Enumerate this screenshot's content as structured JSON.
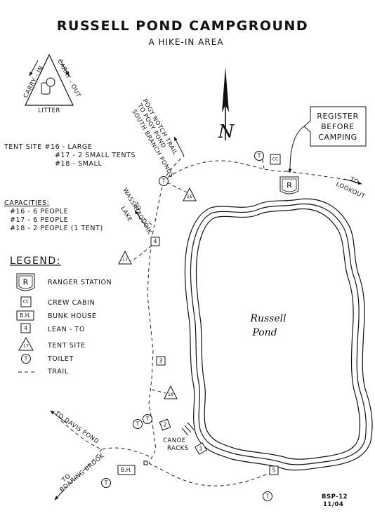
{
  "title": "RUSSELL POND CAMPGROUND",
  "subtitle": "A HIKE-IN AREA",
  "carry": {
    "left": "CARRY - IN",
    "right": "CARRY - OUT",
    "bottom": "LITTER"
  },
  "north_label": "N",
  "register": [
    "REGISTER",
    "BEFORE",
    "CAMPING"
  ],
  "tent_sites": [
    "TENT SITE #16 - LARGE",
    "#17 - 2 SMALL TENTS",
    "#18 - SMALL"
  ],
  "capacities": {
    "heading": "CAPACITIES:",
    "lines": [
      "#16 - 6 PEOPLE",
      "#17 - 6 PEOPLE",
      "#18 - 2 PEOPLE (1 TENT)"
    ]
  },
  "legend": {
    "heading": "LEGEND:",
    "items": [
      {
        "symbol": "R",
        "label": "RANGER STATION"
      },
      {
        "symbol": "CC",
        "label": "CREW CABIN"
      },
      {
        "symbol": "B.H.",
        "label": "BUNK HOUSE"
      },
      {
        "symbol": "4",
        "label": "LEAN - TO"
      },
      {
        "symbol": "17",
        "label": "TENT SITE"
      },
      {
        "symbol": "T",
        "label": "TOILET"
      },
      {
        "symbol": "",
        "label": "TRAIL"
      }
    ]
  },
  "pond_label": [
    "Russell",
    "Pond"
  ],
  "trail_labels": {
    "pogy_notch": [
      "POGY NOTCH TRAIL",
      "TO POGY POND",
      "SOUTH BRANCH PONDS"
    ],
    "wassataquoik": [
      "TO",
      "WASSATAQUOIK",
      "LAKE"
    ],
    "lookout": [
      "TO",
      "LOOKOUT"
    ],
    "davis": "TO DAVIS POND",
    "roaring": [
      "TO",
      "ROARING BROOK"
    ],
    "canoe": [
      "CANOE",
      "RACKS"
    ]
  },
  "map_symbols": {
    "crew_cabin": "CC",
    "ranger": "R",
    "toilet": "T",
    "bunk_house": "B.H.",
    "leantos": [
      "4",
      "3",
      "2",
      "1",
      "5"
    ],
    "tents": [
      "16",
      "17",
      "18"
    ]
  },
  "code": [
    "BSP-12",
    "11/04"
  ]
}
